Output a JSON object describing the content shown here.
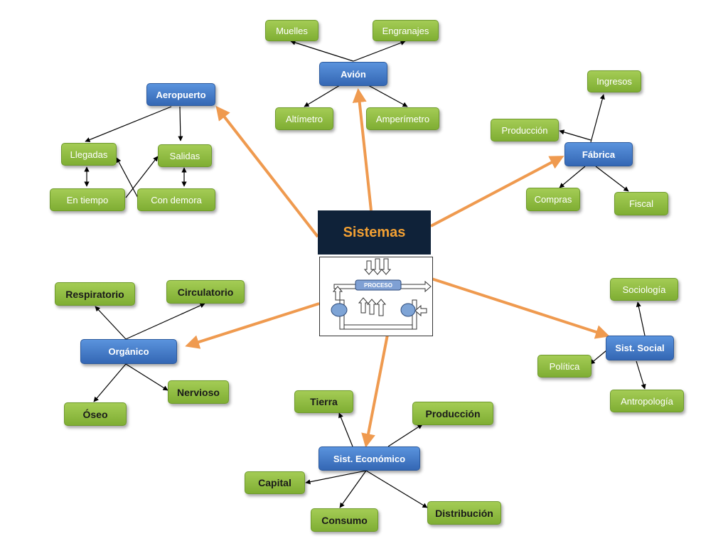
{
  "center": {
    "title": "Sistemas",
    "process_label": "PROCESO"
  },
  "colors": {
    "accent_arrow": "#ef9a4f",
    "node_green": "#8cbd3f",
    "node_blue": "#3f78c8",
    "title_bg": "#0f2239",
    "title_text": "#f2a033"
  },
  "avion": {
    "label": "Avión",
    "children": [
      "Muelles",
      "Engranajes",
      "Altímetro",
      "Amperímetro"
    ]
  },
  "aeropuerto": {
    "label": "Aeropuerto",
    "children": [
      "Llegadas",
      "Salidas",
      "En tiempo",
      "Con demora"
    ]
  },
  "fabrica": {
    "label": "Fábrica",
    "children": [
      "Ingresos",
      "Producción",
      "Compras",
      "Fiscal"
    ]
  },
  "organico": {
    "label": "Orgánico",
    "children": [
      "Respiratorio",
      "Circulatorio",
      "Óseo",
      "Nervioso"
    ]
  },
  "social": {
    "label": "Sist. Social",
    "children": [
      "Sociología",
      "Política",
      "Antropología"
    ]
  },
  "economico": {
    "label": "Sist. Económico",
    "children": [
      "Tierra",
      "Producción",
      "Capital",
      "Consumo",
      "Distribución"
    ]
  }
}
